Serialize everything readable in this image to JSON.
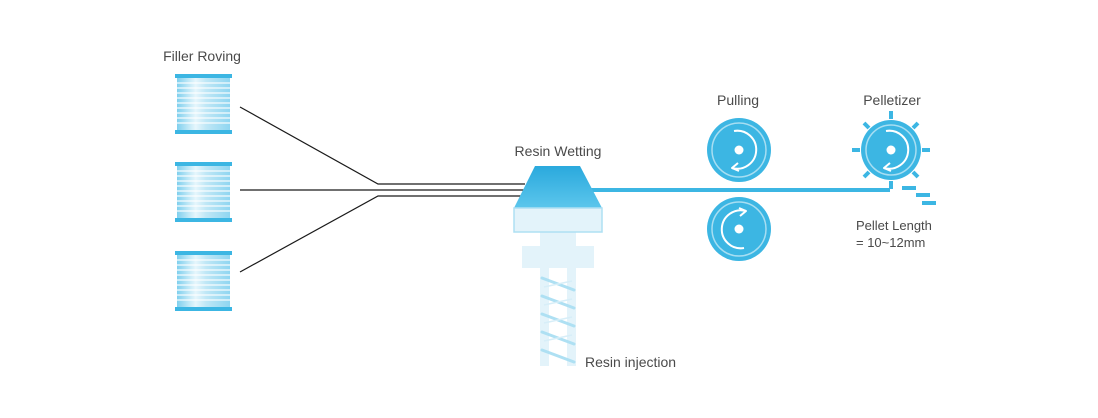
{
  "labels": {
    "filler_roving": "Filler Roving",
    "resin_wetting": "Resin Wetting",
    "pulling": "Pulling",
    "pelletizer": "Pelletizer",
    "resin_injection": "Resin injection",
    "pellet_length_line1": "Pellet Length",
    "pellet_length_line2": "= 10~12mm"
  },
  "colors": {
    "primary_blue": "#3cb6e3",
    "light_blue": "#aee0f3",
    "pale_blue": "#e3f3fa",
    "fiber_line": "#1a1a1a",
    "label_text": "#4a4a4a"
  },
  "icons": {
    "spool": "filler-spool-icon",
    "roller": "pulling-roller-icon",
    "cutter": "pelletizer-icon",
    "screw": "injection-screw-icon"
  }
}
